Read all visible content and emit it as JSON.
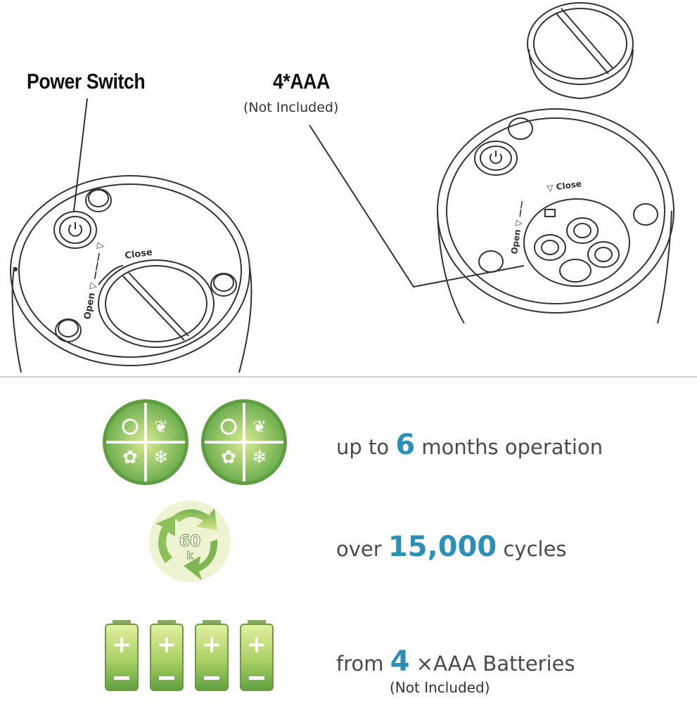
{
  "diagram": {
    "power_switch_label": "Power Switch",
    "battery_label": "4*AAA",
    "battery_note": "(Not Included)",
    "open_label": "Open",
    "close_label": "Close"
  },
  "features": [
    {
      "prefix": "up to ",
      "value": "6",
      "suffix": " months operation",
      "icon": "seasons-icon"
    },
    {
      "prefix": "over ",
      "value": "15,000",
      "suffix": " cycles",
      "icon": "recycle-60k-icon",
      "badge": "60 k"
    },
    {
      "prefix": "from ",
      "value": "4",
      "suffix": "  ×AAA Batteries",
      "note": "(Not Included)",
      "icon": "batteries-icon"
    }
  ],
  "colors": {
    "highlight": "#2b8fb8",
    "green_dark": "#4f9a3a",
    "green_light": "#c9e27a"
  }
}
